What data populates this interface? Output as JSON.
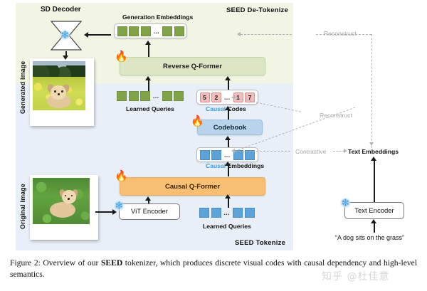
{
  "figure": {
    "panels": {
      "detokenize_title": "SEED De-Tokenize",
      "tokenize_title": "SEED Tokenize"
    },
    "side_labels": {
      "generated_image": "Generated Image",
      "original_image": "Original Image"
    },
    "modules": {
      "sd_decoder": "SD Decoder",
      "reverse_q_former": "Reverse Q-Former",
      "codebook": "Codebook",
      "causal_q_former": "Causal Q-Former",
      "vit_encoder": "ViT Encoder",
      "text_encoder": "Text Encoder"
    },
    "captions": {
      "generation_embeddings": "Generation Embeddings",
      "learned_queries_green": "Learned Queries",
      "learned_queries_blue": "Learned Queries",
      "causal_word": "Causal",
      "codes_word": " Codes",
      "embeddings_word": " Embeddings",
      "text_embeddings": "Text Embeddings",
      "reconstruct_top": "Reconstruct",
      "reconstruct_mid": "Reconstruct",
      "contrastive": "Contrastive",
      "prompt": "“A dog sits on the grass”"
    },
    "tokens": {
      "generation_embeddings": [
        "",
        "",
        "",
        "…",
        "",
        ""
      ],
      "learned_queries_green": [
        "",
        "",
        "",
        "…",
        "",
        ""
      ],
      "causal_codes": [
        "5",
        "2",
        "…",
        "1",
        "7"
      ],
      "causal_embeddings": [
        "",
        "",
        "…",
        "",
        ""
      ],
      "learned_queries_blue": [
        "",
        "",
        "…",
        "",
        ""
      ]
    },
    "icons": {
      "flame": "🔥",
      "snowflake": "❄",
      "ellipsis": "…"
    },
    "colors": {
      "panel_green": "#f2f5e4",
      "panel_blue": "#e8eff8",
      "token_green": "#81a448",
      "token_blue": "#5ba3d8",
      "code_pink": "#f2bdbd",
      "reverse_qformer": "#dde6c4",
      "codebook": "#b9d3ea",
      "causal_qformer": "#f8bf74",
      "highlight_text": "#3b9ad9",
      "dashed_gray": "#b2b2b2"
    }
  },
  "caption": {
    "prefix": "Figure 2:",
    "text_a": " Overview of our ",
    "bold": "SEED",
    "text_b": " tokenizer, which produces discrete visual codes with causal dependency and high-level semantics."
  },
  "watermark": {
    "text": "知乎 @杜佳意"
  }
}
